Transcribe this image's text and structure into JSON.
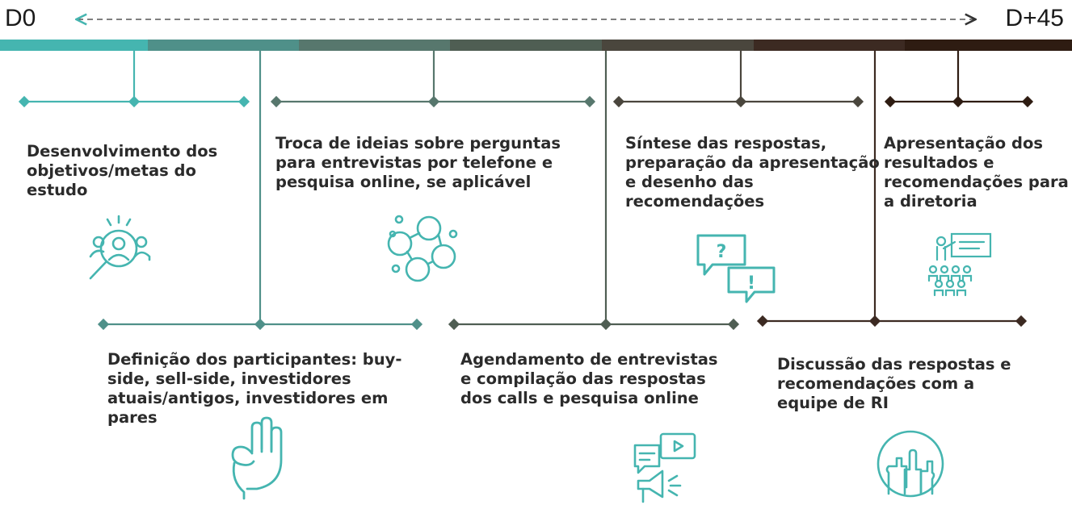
{
  "timeline": {
    "start_label": "D0",
    "end_label": "D+45",
    "segment_colors": [
      "#45b5b0",
      "#4f9089",
      "#57776d",
      "#4f5e53",
      "#4a463d",
      "#3c2a22",
      "#2e1c12"
    ]
  },
  "steps": [
    {
      "text": "Desenvolvimento dos objetivos/metas do estudo",
      "color": "#45b5b0",
      "icon": "magnifier-people-icon"
    },
    {
      "text": "Definição dos participantes: buy-side, sell-side, investidores atuais/antigos, investidores em pares",
      "color": "#4f9089",
      "icon": "ok-hand-icon"
    },
    {
      "text": "Troca de ideias sobre perguntas para entrevistas por telefone e pesquisa online, se aplicável",
      "color": "#57776d",
      "icon": "network-people-icon"
    },
    {
      "text": "Agendamento de entrevistas e compilação das respostas dos calls e pesquisa online",
      "color": "#4f5e53",
      "icon": "chat-megaphone-icon"
    },
    {
      "text": "Síntese das respostas, preparação da apresentação e desenho das recomendações",
      "color": "#4a463d",
      "icon": "speech-bubbles-icon"
    },
    {
      "text": "Discussão das respostas e recomendações com a equipe de RI",
      "color": "#3c2a22",
      "icon": "raised-hands-icon"
    },
    {
      "text": "Apresentação dos resultados e recomendações para a diretoria",
      "color": "#2e1c12",
      "icon": "presentation-audience-icon"
    }
  ],
  "accent_color": "#45b5b0",
  "icon_color": "#45b5b0"
}
